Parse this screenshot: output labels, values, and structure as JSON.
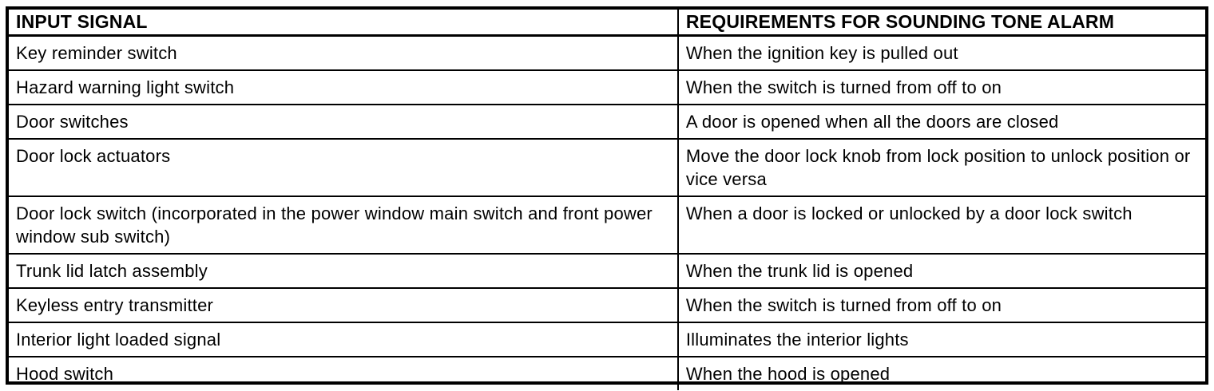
{
  "table": {
    "columns": {
      "input_signal": "INPUT SIGNAL",
      "requirement": "REQUIREMENTS FOR SOUNDING TONE ALARM"
    },
    "rows": [
      {
        "input_signal": "Key reminder switch",
        "requirement": "When the ignition key is pulled out"
      },
      {
        "input_signal": "Hazard warning light switch",
        "requirement": "When the switch is turned from off to on"
      },
      {
        "input_signal": "Door switches",
        "requirement": "A door is opened when all the doors are closed"
      },
      {
        "input_signal": "Door lock actuators",
        "requirement": "Move the door lock knob from lock position to unlock position or vice versa"
      },
      {
        "input_signal": "Door lock switch (incorporated in the power window main switch and front power window sub switch)",
        "requirement": "When a door is locked or unlocked by a door lock switch"
      },
      {
        "input_signal": "Trunk lid latch assembly",
        "requirement": "When the trunk lid is opened"
      },
      {
        "input_signal": "Keyless entry transmitter",
        "requirement": "When the switch is turned from off to on"
      },
      {
        "input_signal": "Interior light loaded signal",
        "requirement": "Illuminates the interior lights"
      },
      {
        "input_signal": "Hood switch",
        "requirement": "When the hood is opened"
      }
    ],
    "colors": {
      "border": "#000000",
      "text": "#000000",
      "background": "#ffffff"
    }
  }
}
